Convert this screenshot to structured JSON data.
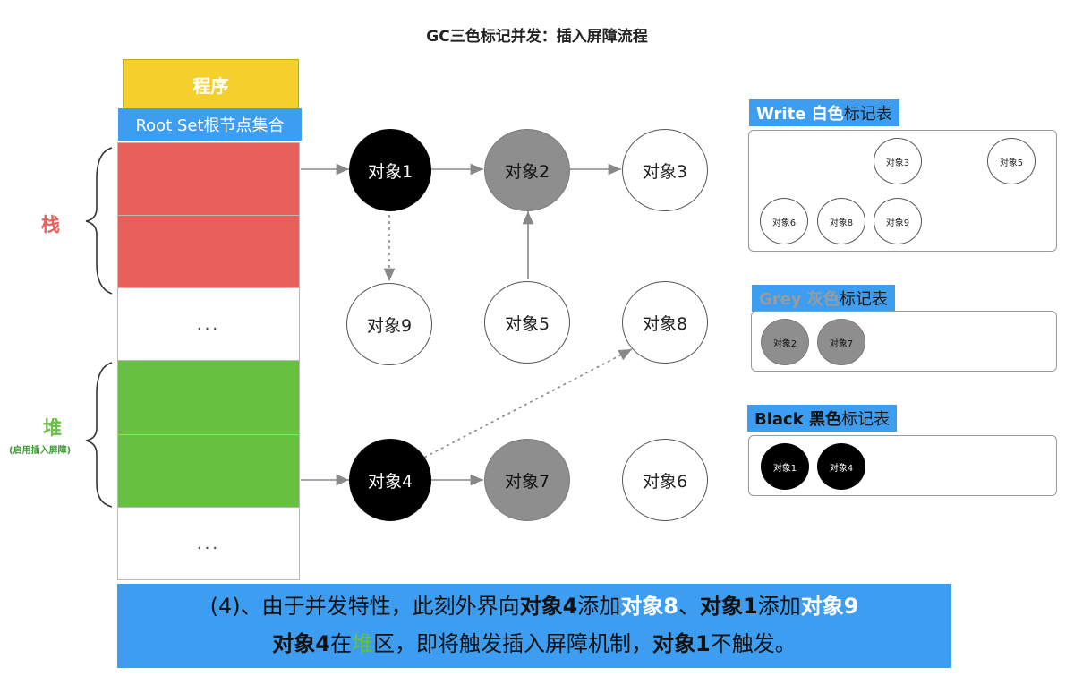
{
  "title": "GC三色标记并发：插入屏障流程",
  "program_label": "程序",
  "root_set_label": "Root Set根节点集合",
  "ellipsis": "...",
  "stack_label": "栈",
  "heap_label": "堆",
  "heap_sublabel": "(启用插入屏障)",
  "nodes": {
    "obj1": "对象1",
    "obj2": "对象2",
    "obj3": "对象3",
    "obj4": "对象4",
    "obj5": "对象5",
    "obj6": "对象6",
    "obj7": "对象7",
    "obj8": "对象8",
    "obj9": "对象9"
  },
  "legend": {
    "white": {
      "word": "Write",
      "rest": "白色标记表",
      "white_word_part": "白色",
      "tail": "标记表"
    },
    "grey": {
      "word": "Grey",
      "colorword": "灰色",
      "tail": "标记表"
    },
    "black": {
      "word": "Black",
      "colorword": "黑色",
      "tail": "标记表"
    }
  },
  "white_table": [
    "对象3",
    "对象5",
    "对象6",
    "对象8",
    "对象9"
  ],
  "grey_table": [
    "对象2",
    "对象7"
  ],
  "black_table": [
    "对象1",
    "对象4"
  ],
  "caption": {
    "l1_a": "(4)、由于并发特性，此刻外界向",
    "l1_b": "对象4",
    "l1_c": "添加",
    "l1_d": "对象8",
    "l1_e": "、",
    "l1_f": "对象1",
    "l1_g": "添加",
    "l1_h": "对象9",
    "l2_a": "对象4",
    "l2_b": "在",
    "l2_c": "堆",
    "l2_d": "区，即将触发插入屏障机制，",
    "l2_e": "对象1",
    "l2_f": "不触发。"
  },
  "colors": {
    "program": "#f5cf2c",
    "root": "#3d9ef1",
    "stack": "#e9605a",
    "heap": "#66c141",
    "grey_node": "#8e8e8e",
    "black_node": "#000000"
  }
}
